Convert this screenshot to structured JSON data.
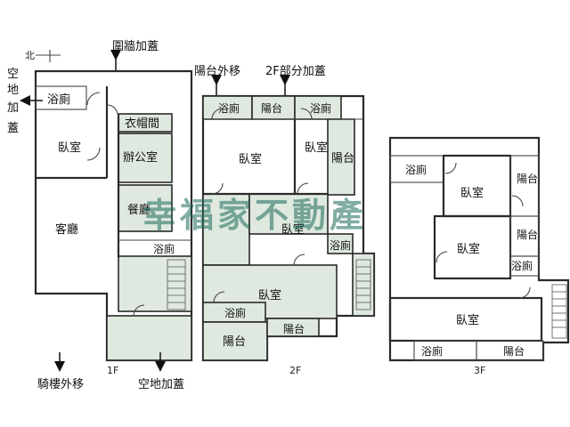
{
  "compass": {
    "label": "北"
  },
  "annotations": {
    "wall_extension": "圍牆加蓋",
    "void_add_left": "空地加蓋",
    "balcony_move": "陽台外移",
    "part_2f_add": "2F部分加蓋",
    "arcade_move": "騎樓外移",
    "void_add_bottom": "空地加蓋"
  },
  "floors": {
    "f1": {
      "label": "1F",
      "rooms": {
        "bath": "浴廁",
        "hat_room": "衣帽間",
        "bedroom": "臥室",
        "office": "辦公室",
        "dining": "餐廳",
        "living": "客廳",
        "bath2": "浴廁"
      }
    },
    "f2": {
      "label": "2F",
      "rooms": {
        "bath_a": "浴廁",
        "balcony_a": "陽台",
        "bath_b": "浴廁",
        "bedroom_a": "臥室",
        "bedroom_b": "臥室",
        "balcony_b": "陽台",
        "bedroom_c": "臥室",
        "bath_c": "浴廁",
        "bedroom_d": "臥室",
        "bath_d": "浴廁",
        "balcony_c": "陽台",
        "balcony_d": "陽台"
      }
    },
    "f3": {
      "label": "3F",
      "rooms": {
        "bath_a": "浴廁",
        "bedroom_a": "臥室",
        "balcony_a": "陽台",
        "balcony_b": "陽台",
        "bedroom_b": "臥室",
        "bath_b": "浴廁",
        "bedroom_c": "臥室",
        "bath_c": "浴廁",
        "balcony_c": "陽台"
      }
    }
  },
  "watermark": "幸福家不動產"
}
